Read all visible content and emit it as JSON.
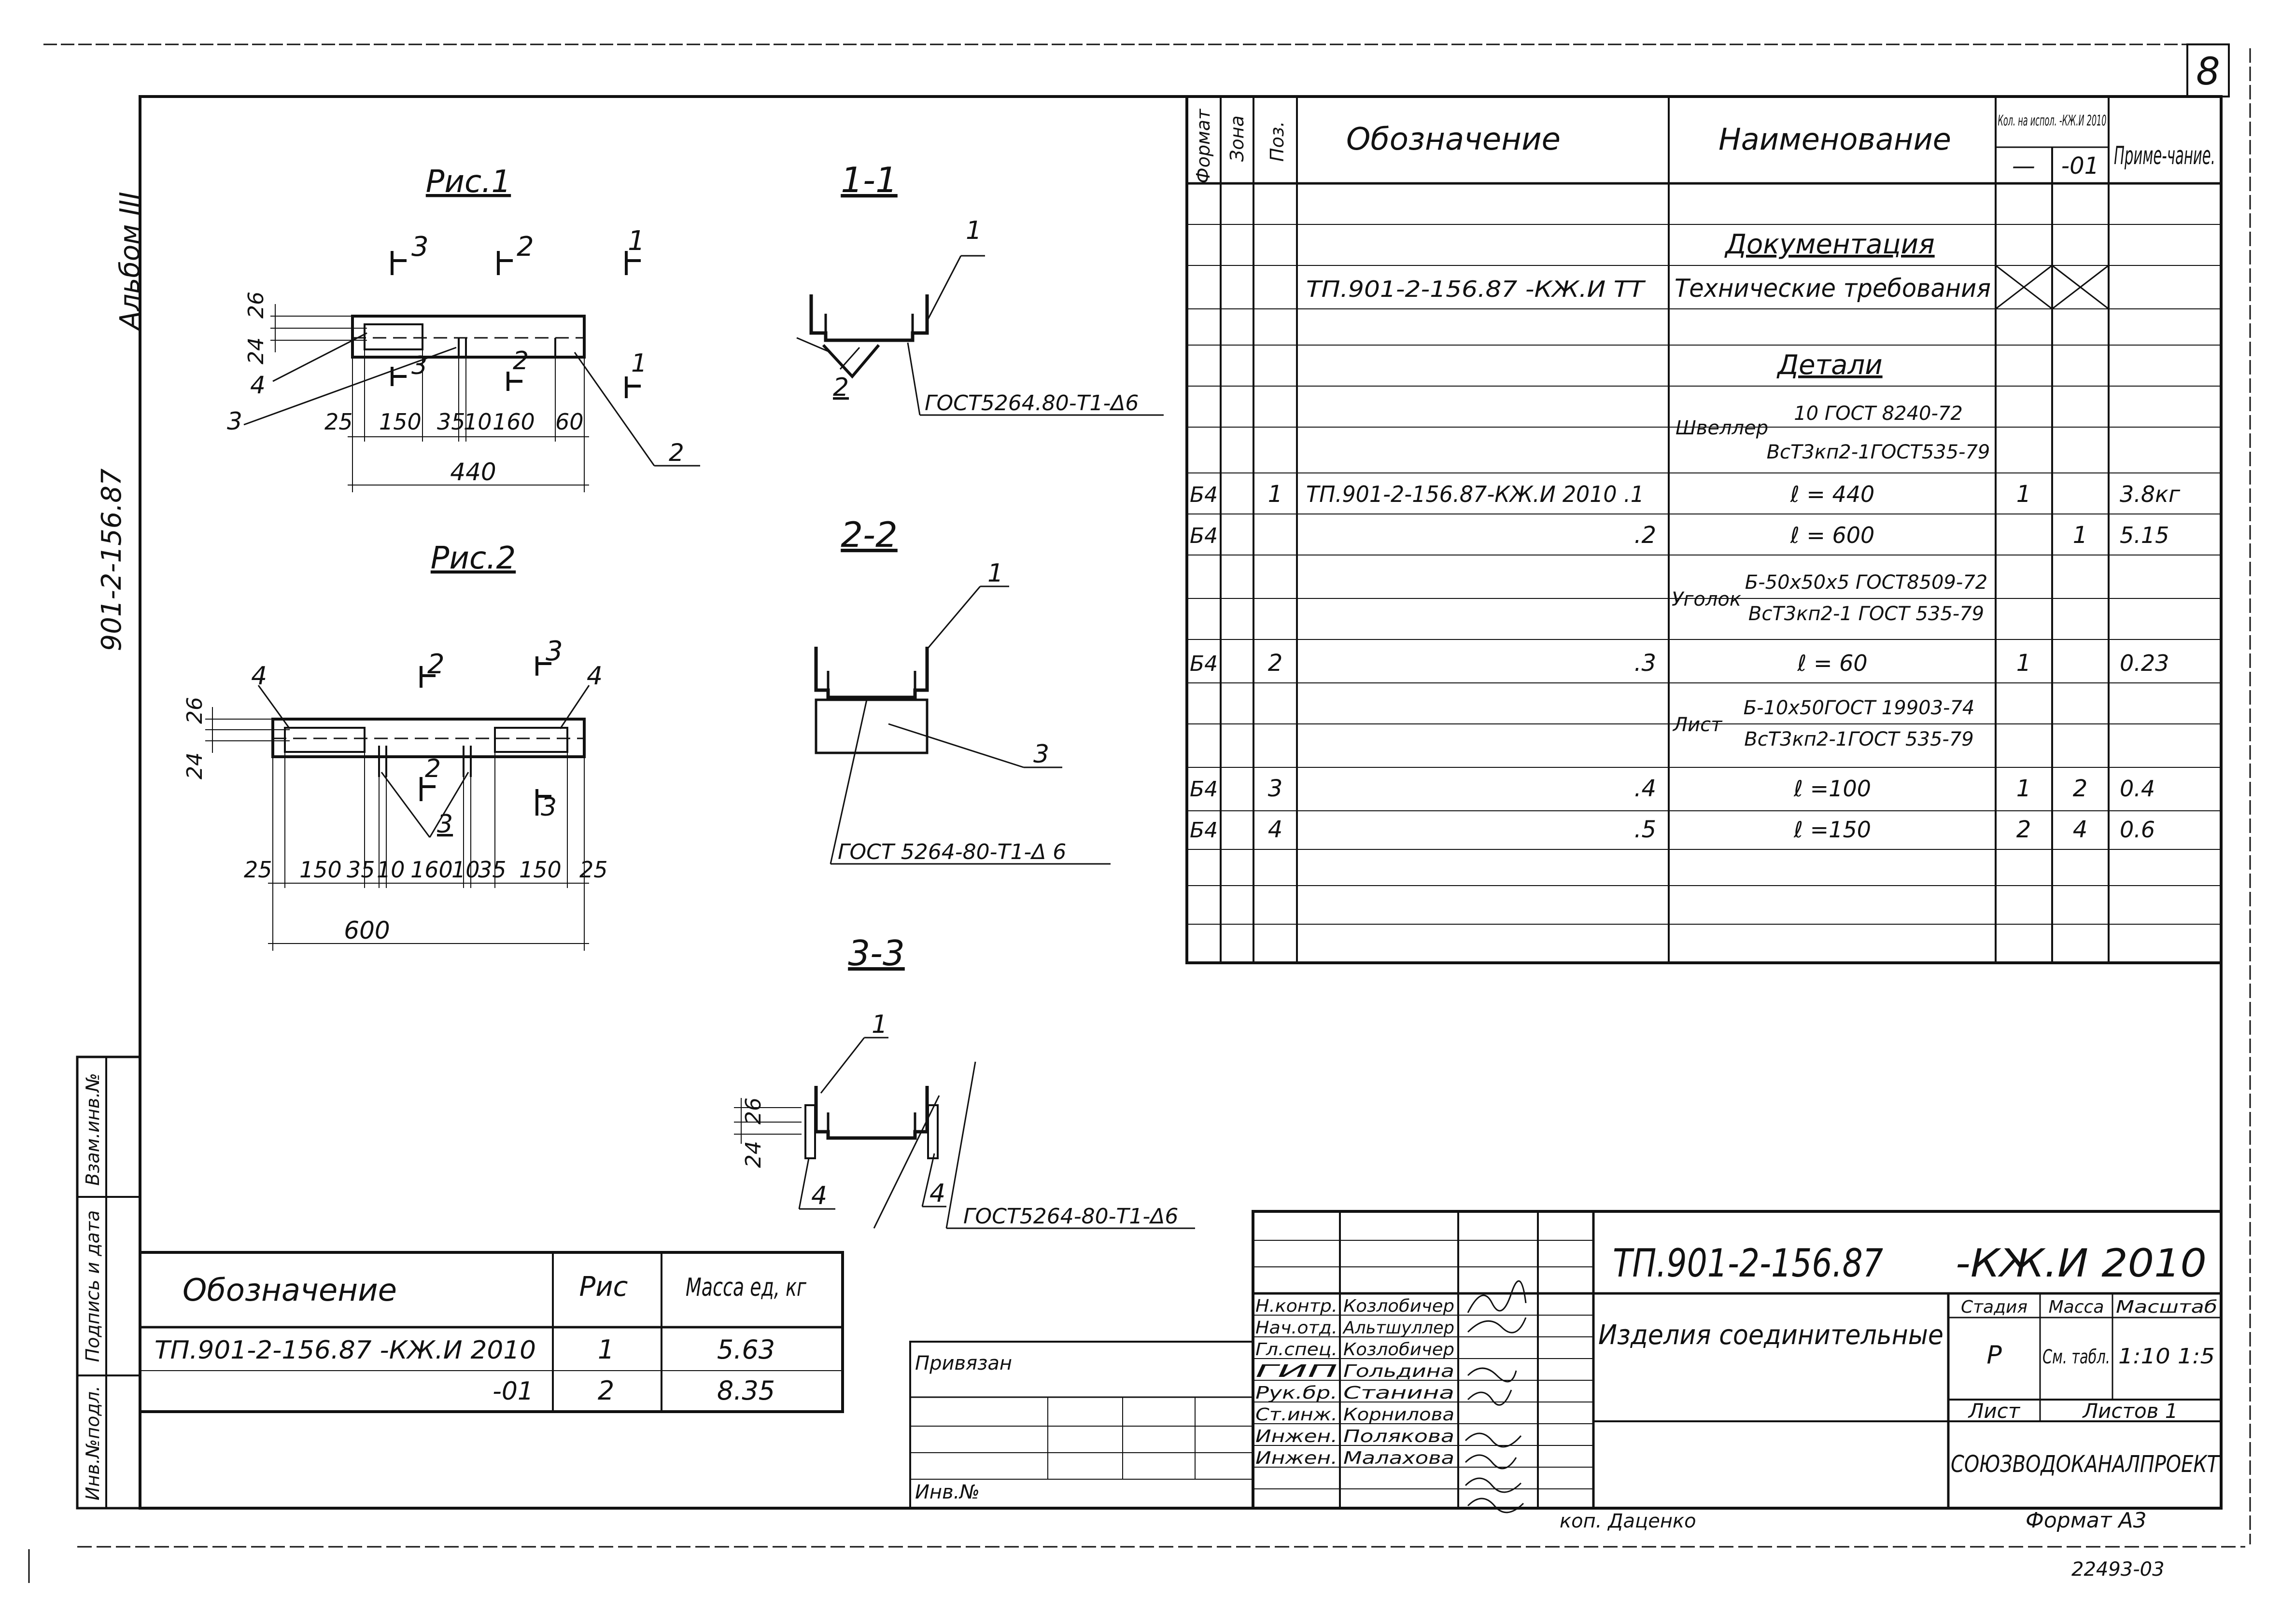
{
  "sheet": {
    "page_number": "8",
    "album": "Альбом III",
    "project_code": "901-2-156.87",
    "copied_by": "коп. Даценко",
    "format": "Формат А3",
    "order_no": "22493-03"
  },
  "figure1": {
    "title": "Рис.1",
    "cut_labels": [
      "3",
      "2",
      "1",
      "3",
      "2",
      "1"
    ],
    "dims_vertical": [
      "26",
      "24"
    ],
    "dims_horizontal": [
      "25",
      "150",
      "35",
      "10",
      "160",
      "60"
    ],
    "overall": "440",
    "positions": [
      "4",
      "3",
      "2"
    ]
  },
  "figure2": {
    "title": "Рис.2",
    "cut_labels": [
      "2",
      "3",
      "2",
      "3"
    ],
    "dims_vertical": [
      "26",
      "24"
    ],
    "dims_horizontal": [
      "25",
      "150",
      "35",
      "10",
      "160",
      "10",
      "35",
      "150",
      "25"
    ],
    "overall": "600",
    "positions": [
      "4",
      "4",
      "3"
    ]
  },
  "sections": [
    {
      "title": "1-1",
      "positions": [
        "1",
        "2"
      ],
      "weld": "ГОСТ5264.80-Т1-Δ6"
    },
    {
      "title": "2-2",
      "positions": [
        "1",
        "3"
      ],
      "weld": "ГОСТ 5264-80-Т1-Δ 6"
    },
    {
      "title": "3-3",
      "positions": [
        "1",
        "4",
        "4"
      ],
      "dims": [
        "26",
        "24"
      ],
      "weld": "ГОСТ5264-80-Т1-Δ6"
    }
  ],
  "spec": {
    "headers": {
      "format": "Формат",
      "zone": "Зона",
      "pos": "Поз.",
      "designation": "Обозначение",
      "name": "Наименование",
      "qty": "Кол. на испол. -КЖ.И 2010",
      "qty_base": "—",
      "qty_01": "-01",
      "note": "Приме-чание."
    },
    "rows": [
      {
        "fmt": "",
        "pos": "",
        "designation": "",
        "name": "",
        "q1": "",
        "q2": "",
        "note": ""
      },
      {
        "fmt": "",
        "pos": "",
        "designation": "",
        "name": "Документация",
        "q1": "",
        "q2": "",
        "note": ""
      },
      {
        "fmt": "",
        "pos": "",
        "designation": "ТП.901-2-156.87 -КЖ.И ТТ",
        "name": "Технические требования",
        "q1": "",
        "q2": "",
        "note": ""
      },
      {
        "fmt": "",
        "pos": "",
        "designation": "",
        "name": "",
        "q1": "",
        "q2": "",
        "note": ""
      },
      {
        "fmt": "",
        "pos": "",
        "designation": "",
        "name": "Детали",
        "q1": "",
        "q2": "",
        "note": ""
      },
      {
        "fmt": "",
        "pos": "",
        "designation": "",
        "name": "",
        "q1": "",
        "q2": "",
        "note": ""
      },
      {
        "fmt": "",
        "pos": "",
        "designation": "",
        "name": "",
        "q1": "",
        "q2": "",
        "note": ""
      },
      {
        "fmt": "Б4",
        "pos": "1",
        "designation": "ТП.901-2-156.87-КЖ.И 2010 .1",
        "name": "ℓ = 440",
        "q1": "1",
        "q2": "",
        "note": "3.8кг"
      },
      {
        "fmt": "Б4",
        "pos": "",
        "designation": ".2",
        "name": "ℓ = 600",
        "q1": "",
        "q2": "1",
        "note": "5.15"
      },
      {
        "fmt": "",
        "pos": "",
        "designation": "",
        "name": "",
        "q1": "",
        "q2": "",
        "note": ""
      },
      {
        "fmt": "",
        "pos": "",
        "designation": "",
        "name": "",
        "q1": "",
        "q2": "",
        "note": ""
      },
      {
        "fmt": "Б4",
        "pos": "2",
        "designation": ".3",
        "name": "ℓ = 60",
        "q1": "1",
        "q2": "",
        "note": "0.23"
      },
      {
        "fmt": "",
        "pos": "",
        "designation": "",
        "name": "",
        "q1": "",
        "q2": "",
        "note": ""
      },
      {
        "fmt": "",
        "pos": "",
        "designation": "",
        "name": "",
        "q1": "",
        "q2": "",
        "note": ""
      },
      {
        "fmt": "Б4",
        "pos": "3",
        "designation": ".4",
        "name": "ℓ =100",
        "q1": "1",
        "q2": "2",
        "note": "0.4"
      },
      {
        "fmt": "Б4",
        "pos": "4",
        "designation": ".5",
        "name": "ℓ =150",
        "q1": "2",
        "q2": "4",
        "note": "0.6"
      },
      {
        "fmt": "",
        "pos": "",
        "designation": "",
        "name": "",
        "q1": "",
        "q2": "",
        "note": ""
      },
      {
        "fmt": "",
        "pos": "",
        "designation": "",
        "name": "",
        "q1": "",
        "q2": "",
        "note": ""
      },
      {
        "fmt": "",
        "pos": "",
        "designation": "",
        "name": "",
        "q1": "",
        "q2": "",
        "note": ""
      }
    ],
    "materials": [
      {
        "label": "Швеллер",
        "top": "10 ГОСТ 8240-72",
        "bottom": "ВсТ3кп2-1ГОСТ535-79"
      },
      {
        "label": "Уголок",
        "top": "Б-50х50х5 ГОСТ8509-72",
        "bottom": "ВсТ3кп2-1 ГОСТ 535-79"
      },
      {
        "label": "Лист",
        "top": "Б-10х50ГОСТ 19903-74",
        "bottom": "ВсТ3кп2-1ГОСТ 535-79"
      }
    ]
  },
  "mass_table": {
    "headers": {
      "designation": "Обозначение",
      "fig": "Рис",
      "mass": "Масса ед, кг"
    },
    "rows": [
      {
        "designation": "ТП.901-2-156.87 -КЖ.И 2010",
        "fig": "1",
        "mass": "5.63"
      },
      {
        "designation": "-01",
        "fig": "2",
        "mass": "8.35"
      }
    ]
  },
  "binding": {
    "label": "Привязан",
    "inv": "Инв.№"
  },
  "side_stamp": {
    "cells": [
      "Взам.инв.№",
      "Подпись и дата",
      "Инв.№подл."
    ]
  },
  "title_block": {
    "code": "ТП.901-2-156.87",
    "code2": "-КЖ.И 2010",
    "title": "Изделия соединительные",
    "stage_label": "Стадия",
    "mass_label": "Масса",
    "scale_label": "Масштаб",
    "stage": "Р",
    "mass": "См. табл.",
    "scale": "1:10 1:5",
    "sheet_label": "Лист",
    "sheets_label": "Листов 1",
    "org": "СОЮЗВОДОКАНАЛПРОЕКТ",
    "roles": [
      {
        "role": "Н.контр.",
        "name": "Козлобичер"
      },
      {
        "role": "Нач.отд.",
        "name": "Альтшуллер"
      },
      {
        "role": "Гл.спец.",
        "name": "Козлобичер"
      },
      {
        "role": "ГИП",
        "name": "Гольдина"
      },
      {
        "role": "Рук.бр.",
        "name": "Станина"
      },
      {
        "role": "Ст.инж.",
        "name": "Корнилова"
      },
      {
        "role": "Инжен.",
        "name": "Полякова"
      },
      {
        "role": "Инжен.",
        "name": "Малахова"
      }
    ]
  }
}
